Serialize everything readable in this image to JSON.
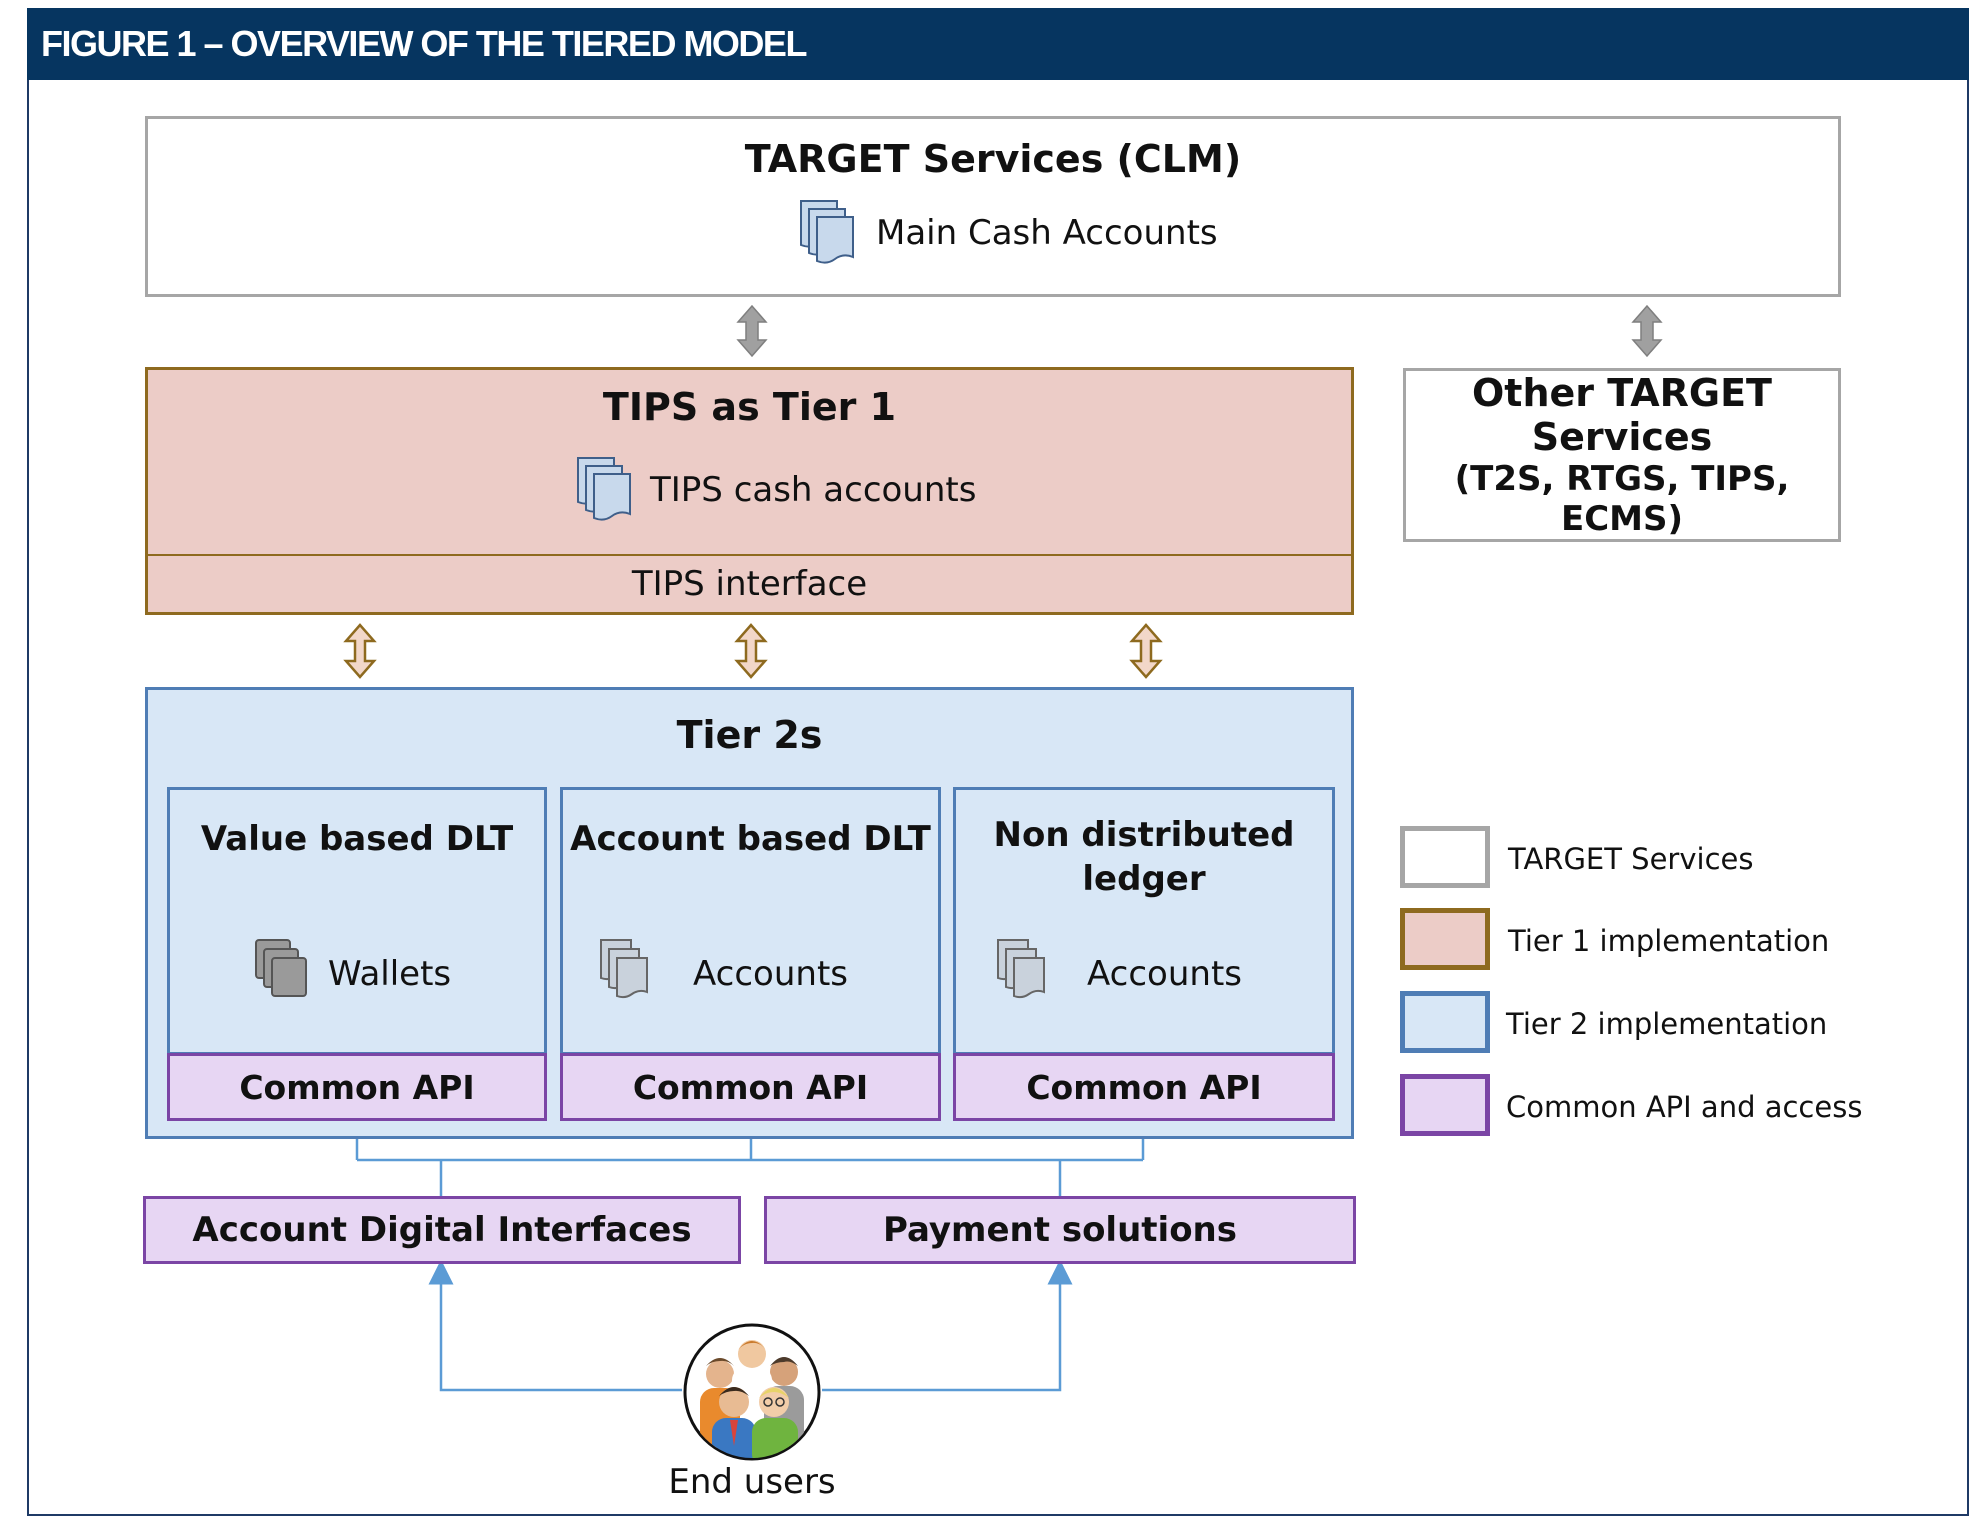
{
  "figure": {
    "title": "FIGURE 1 – OVERVIEW OF THE TIERED MODEL"
  },
  "target": {
    "title": "TARGET Services (CLM)",
    "accounts_label": "Main Cash Accounts"
  },
  "tier1": {
    "title": "TIPS as Tier 1",
    "accounts_label": "TIPS cash accounts",
    "interface_label": "TIPS interface"
  },
  "other_target": {
    "line1": "Other TARGET",
    "line2": "Services",
    "line3": "(T2S, RTGS, TIPS, ECMS)"
  },
  "tier2": {
    "title": "Tier 2s",
    "columns": [
      {
        "title": "Value based DLT",
        "item_label": "Wallets",
        "api_label": "Common API"
      },
      {
        "title": "Account based DLT",
        "item_label": "Accounts",
        "api_label": "Common API"
      },
      {
        "title_line1": "Non distributed",
        "title_line2": "ledger",
        "item_label": "Accounts",
        "api_label": "Common API"
      }
    ]
  },
  "channels": {
    "left": "Account Digital Interfaces",
    "right": "Payment solutions"
  },
  "end_users": {
    "label": "End users"
  },
  "legend": {
    "items": [
      {
        "label": "TARGET Services",
        "color": "#a6a6a6",
        "fill": "#ffffff"
      },
      {
        "label": "Tier 1 implementation",
        "color": "#8e6a1f",
        "fill": "#ecccc7"
      },
      {
        "label": "Tier 2 implementation",
        "color": "#4f7db5",
        "fill": "#d8e7f6"
      },
      {
        "label": "Common API and access",
        "color": "#7b45a5",
        "fill": "#e7d6f3"
      }
    ]
  },
  "colors": {
    "header_bg": "#063560",
    "connector": "#5b9bd5"
  },
  "icons": {
    "account_stack": "document-stack-icon",
    "users": "people-group-icon"
  }
}
